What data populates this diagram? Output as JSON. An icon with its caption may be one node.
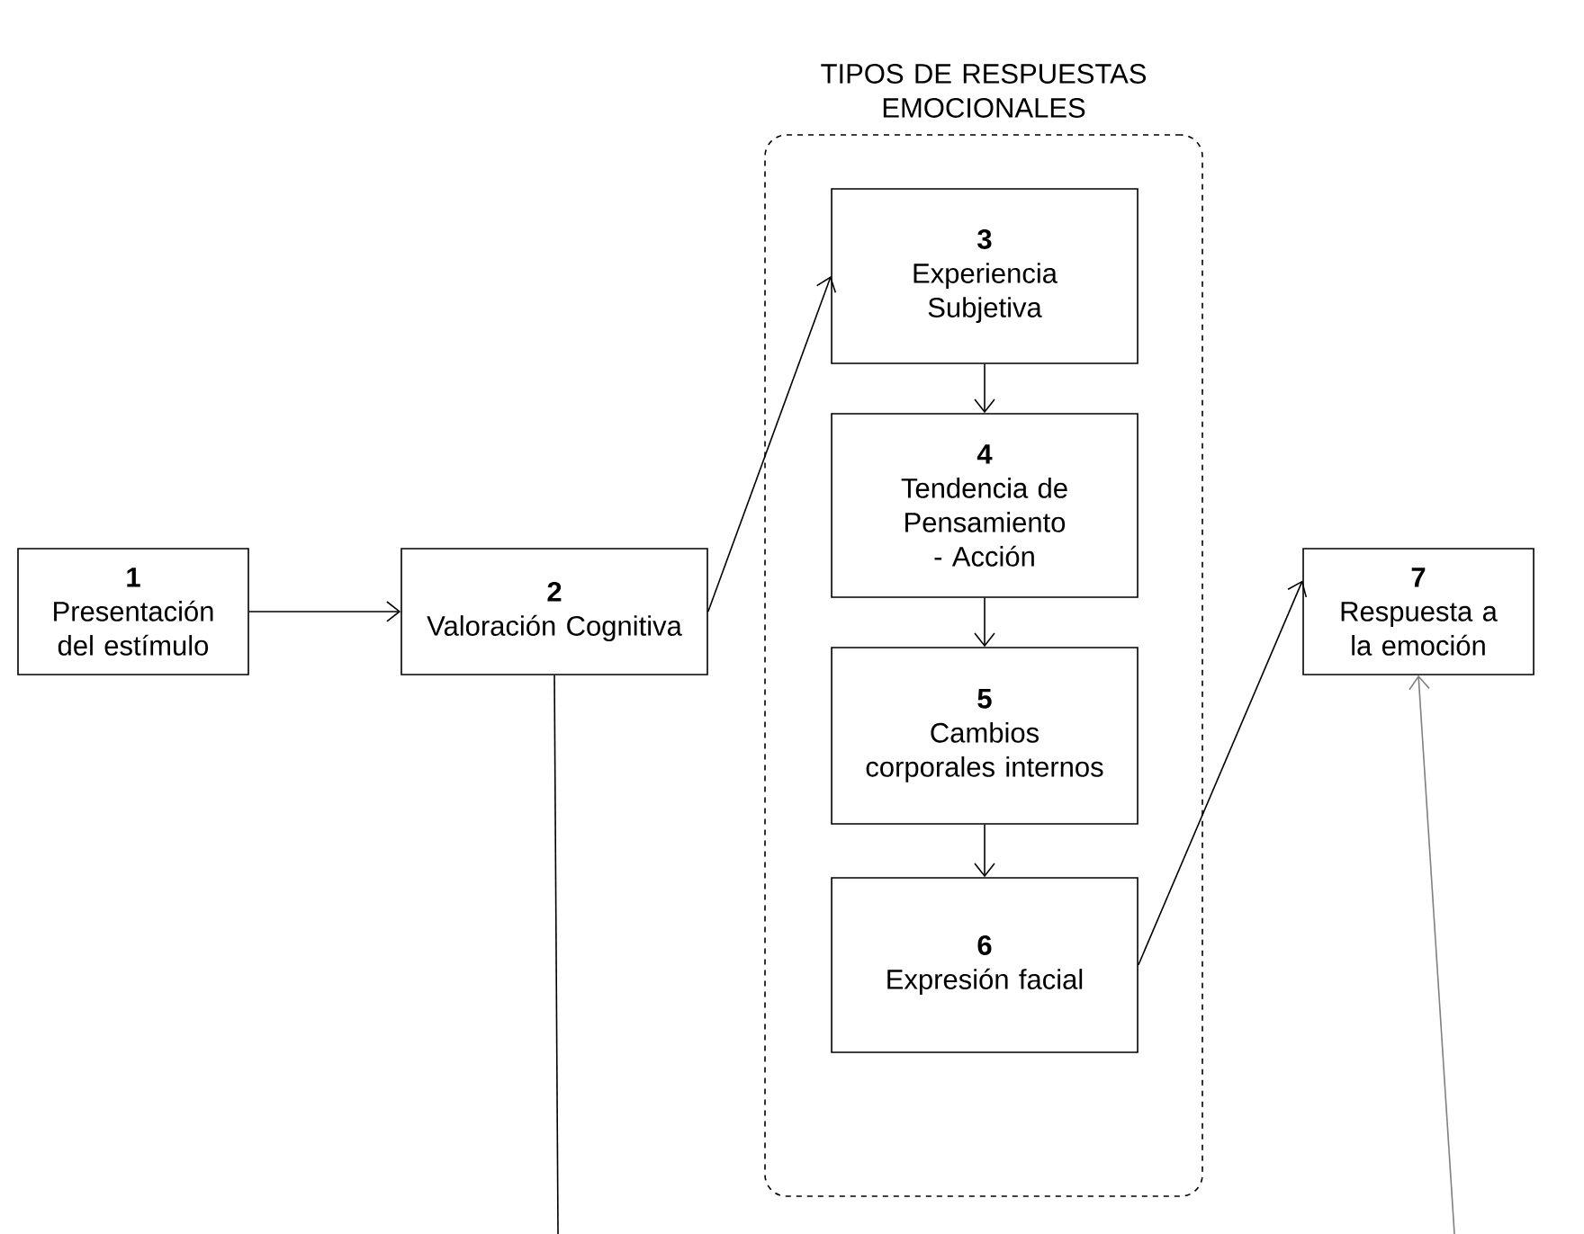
{
  "diagram": {
    "nodes": [
      {
        "text": [
          "TIPOS DE RESPUESTAS EMOCIONALES"
        ]
      },
      {
        "text": [
          "1",
          "Presentación del estímulo"
        ]
      },
      {
        "text": [
          "2",
          "Valoración Cognitiva"
        ]
      },
      {
        "text": [
          "3",
          "Experiencia Subjetiva"
        ],
        "in": 0
      },
      {
        "text": [
          "4",
          "Tendencia de Pensamiento - Acción"
        ],
        "in": 0
      },
      {
        "text": [
          "5",
          "Cambios corporales internos"
        ],
        "in": 0
      },
      {
        "text": [
          "6",
          "Expresión facial"
        ],
        "in": 0
      },
      {
        "text": [
          "7",
          "Respuesta a la emoción"
        ]
      }
    ],
    "edges": [
      {
        "from": 1,
        "to": 2,
        "arrow": "to"
      },
      {
        "from": 2,
        "to": 3,
        "arrow": "to"
      },
      {
        "from": 3,
        "to": 4,
        "arrow": "to"
      },
      {
        "from": 4,
        "to": 5,
        "arrow": "to"
      },
      {
        "from": 5,
        "to": 6,
        "arrow": "to"
      },
      {
        "from": 6,
        "to": 7,
        "arrow": "to"
      },
      {
        "from": 2,
        "to": null,
        "arrow": "none"
      },
      {
        "from": null,
        "to": 7,
        "arrow": "to",
        "color": "#808080"
      }
    ]
  }
}
